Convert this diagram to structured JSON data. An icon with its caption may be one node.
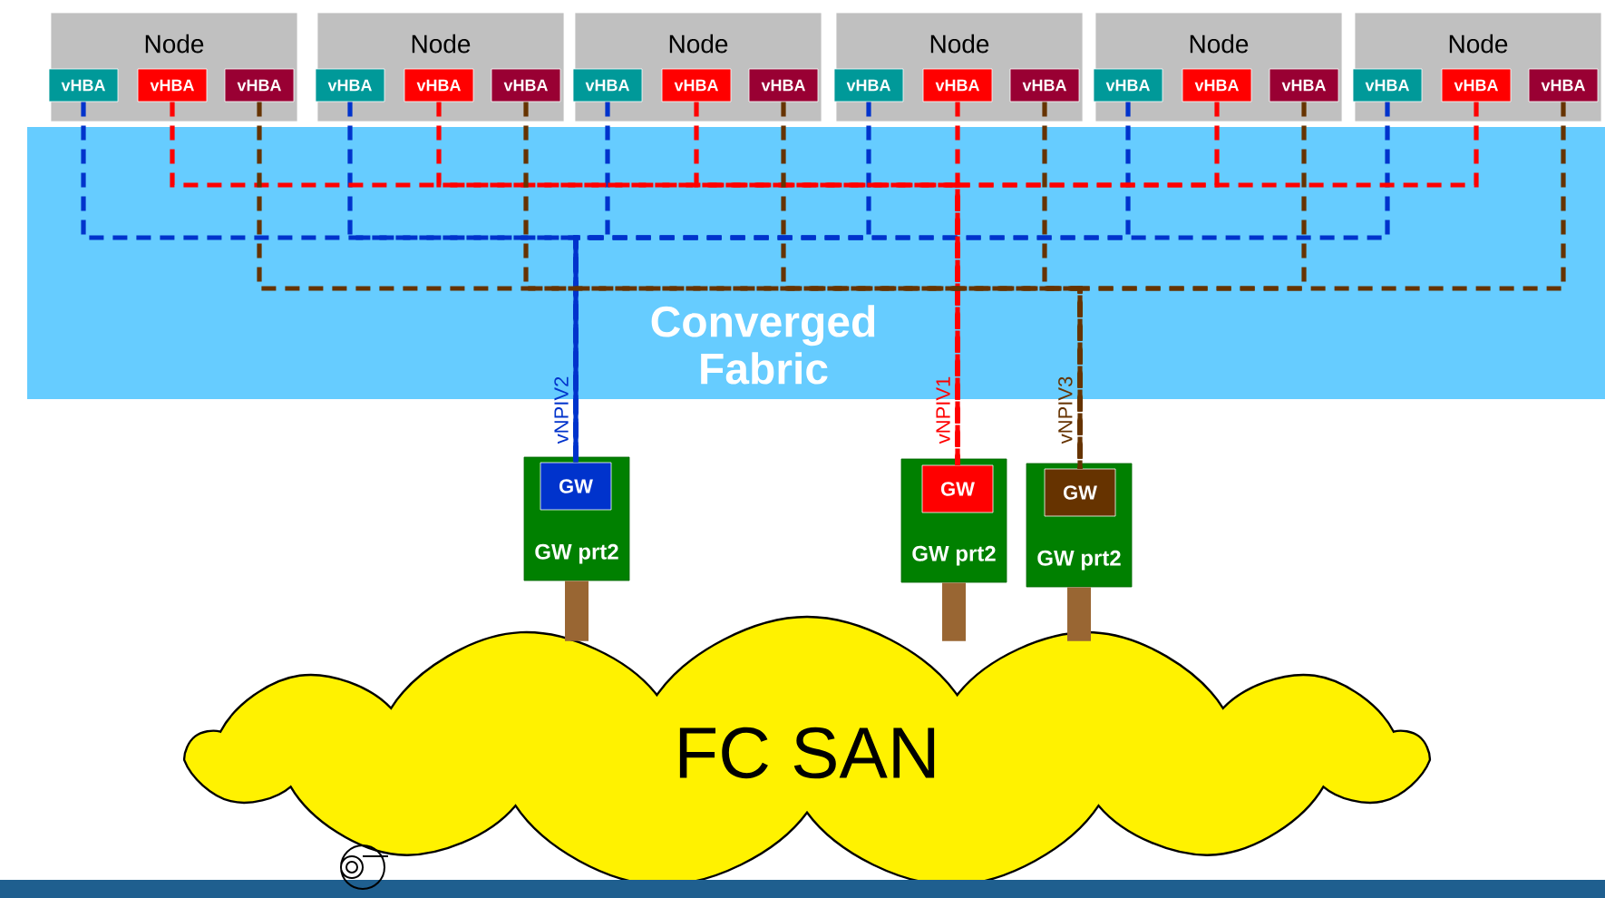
{
  "diagram": {
    "nodes": [
      {
        "text": [
          "Node"
        ]
      },
      {
        "text": [
          "vHBA"
        ],
        "in": 0
      },
      {
        "text": [
          "vHBA"
        ],
        "in": 0
      },
      {
        "text": [
          "vHBA"
        ],
        "in": 0
      },
      {
        "text": [
          "Node"
        ]
      },
      {
        "text": [
          "vHBA"
        ],
        "in": 4
      },
      {
        "text": [
          "vHBA"
        ],
        "in": 4
      },
      {
        "text": [
          "vHBA"
        ],
        "in": 4
      },
      {
        "text": [
          "Node"
        ]
      },
      {
        "text": [
          "vHBA"
        ],
        "in": 8
      },
      {
        "text": [
          "vHBA"
        ],
        "in": 8
      },
      {
        "text": [
          "vHBA"
        ],
        "in": 8
      },
      {
        "text": [
          "Node"
        ]
      },
      {
        "text": [
          "vHBA"
        ],
        "in": 12
      },
      {
        "text": [
          "vHBA"
        ],
        "in": 12
      },
      {
        "text": [
          "vHBA"
        ],
        "in": 12
      },
      {
        "text": [
          "Node"
        ]
      },
      {
        "text": [
          "vHBA"
        ],
        "in": 16
      },
      {
        "text": [
          "vHBA"
        ],
        "in": 16
      },
      {
        "text": [
          "vHBA"
        ],
        "in": 16
      },
      {
        "text": [
          "Node"
        ]
      },
      {
        "text": [
          "vHBA"
        ],
        "in": 20
      },
      {
        "text": [
          "vHBA"
        ],
        "in": 20
      },
      {
        "text": [
          "vHBA"
        ],
        "in": 20
      },
      {
        "text": [
          "GW prt2"
        ]
      },
      {
        "text": [
          "GW"
        ],
        "in": 24
      },
      {
        "text": [
          "GW prt2"
        ]
      },
      {
        "text": [
          "GW"
        ],
        "in": 26
      },
      {
        "text": [
          "GW prt2"
        ]
      },
      {
        "text": [
          "GW"
        ],
        "in": 28
      },
      {
        "text": [
          "FC SAN"
        ]
      }
    ],
    "edges": [
      {
        "from": 1,
        "to": 25,
        "arrow": "none",
        "style": "dashed",
        "color": "#0033cc",
        "label": "vNPIV2"
      },
      {
        "from": 5,
        "to": 25,
        "arrow": "none",
        "style": "dashed",
        "color": "#0033cc"
      },
      {
        "from": 9,
        "to": 25,
        "arrow": "none",
        "style": "dashed",
        "color": "#0033cc"
      },
      {
        "from": 13,
        "to": 25,
        "arrow": "none",
        "style": "dashed",
        "color": "#0033cc"
      },
      {
        "from": 17,
        "to": 25,
        "arrow": "none",
        "style": "dashed",
        "color": "#0033cc"
      },
      {
        "from": 21,
        "to": 25,
        "arrow": "none",
        "style": "dashed",
        "color": "#0033cc"
      },
      {
        "from": 2,
        "to": 27,
        "arrow": "none",
        "style": "dashed",
        "color": "#ff0000",
        "label": "vNPIV1"
      },
      {
        "from": 6,
        "to": 27,
        "arrow": "none",
        "style": "dashed",
        "color": "#ff0000"
      },
      {
        "from": 10,
        "to": 27,
        "arrow": "none",
        "style": "dashed",
        "color": "#ff0000"
      },
      {
        "from": 14,
        "to": 27,
        "arrow": "none",
        "style": "dashed",
        "color": "#ff0000"
      },
      {
        "from": 18,
        "to": 27,
        "arrow": "none",
        "style": "dashed",
        "color": "#ff0000"
      },
      {
        "from": 22,
        "to": 27,
        "arrow": "none",
        "style": "dashed",
        "color": "#ff0000"
      },
      {
        "from": 3,
        "to": 29,
        "arrow": "none",
        "style": "dashed",
        "color": "#663300",
        "label": "vNPIV3"
      },
      {
        "from": 7,
        "to": 29,
        "arrow": "none",
        "style": "dashed",
        "color": "#663300"
      },
      {
        "from": 11,
        "to": 29,
        "arrow": "none",
        "style": "dashed",
        "color": "#663300"
      },
      {
        "from": 15,
        "to": 29,
        "arrow": "none",
        "style": "dashed",
        "color": "#663300"
      },
      {
        "from": 19,
        "to": 29,
        "arrow": "none",
        "style": "dashed",
        "color": "#663300"
      },
      {
        "from": 23,
        "to": 29,
        "arrow": "none",
        "style": "dashed",
        "color": "#663300"
      },
      {
        "from": 24,
        "to": 30,
        "arrow": "none",
        "style": "thick",
        "color": "#996633"
      },
      {
        "from": 26,
        "to": 30,
        "arrow": "none",
        "style": "thick",
        "color": "#996633"
      },
      {
        "from": 28,
        "to": 30,
        "arrow": "none",
        "style": "thick",
        "color": "#996633"
      }
    ],
    "labels": [
      "Converged Fabric"
    ]
  }
}
